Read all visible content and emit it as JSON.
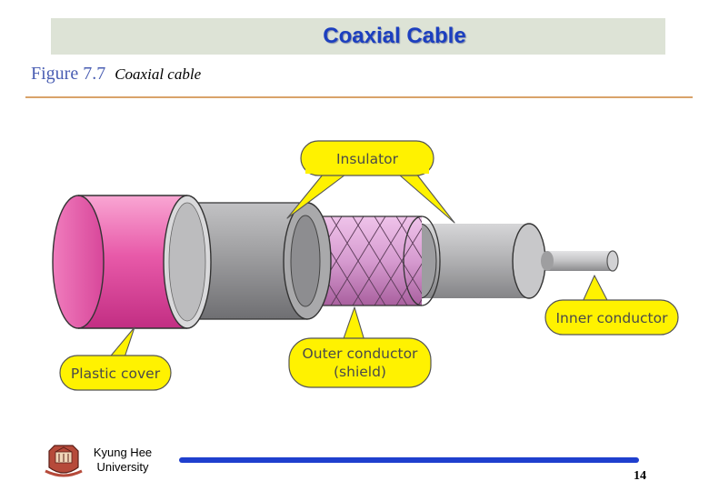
{
  "slide": {
    "title": "Coaxial Cable",
    "page_number": "14"
  },
  "figure": {
    "number": "Figure 7.7",
    "caption": "Coaxial cable",
    "labels": {
      "insulator": "Insulator",
      "inner_conductor": "Inner conductor",
      "outer_conductor_line1": "Outer conductor",
      "outer_conductor_line2": "(shield)",
      "plastic_cover": "Plastic cover"
    },
    "colors": {
      "plastic_cover": "#e24aa0",
      "callout_fill": "#fff200",
      "shield_braid": "#d69bd0",
      "insulator": "#b9b9bb",
      "inner_conductor": "#c9c9cb"
    }
  },
  "footer": {
    "university_line1": "Kyung Hee",
    "university_line2": "University",
    "line_color": "#1f3fce",
    "logo_icon": "university-crest-icon"
  }
}
